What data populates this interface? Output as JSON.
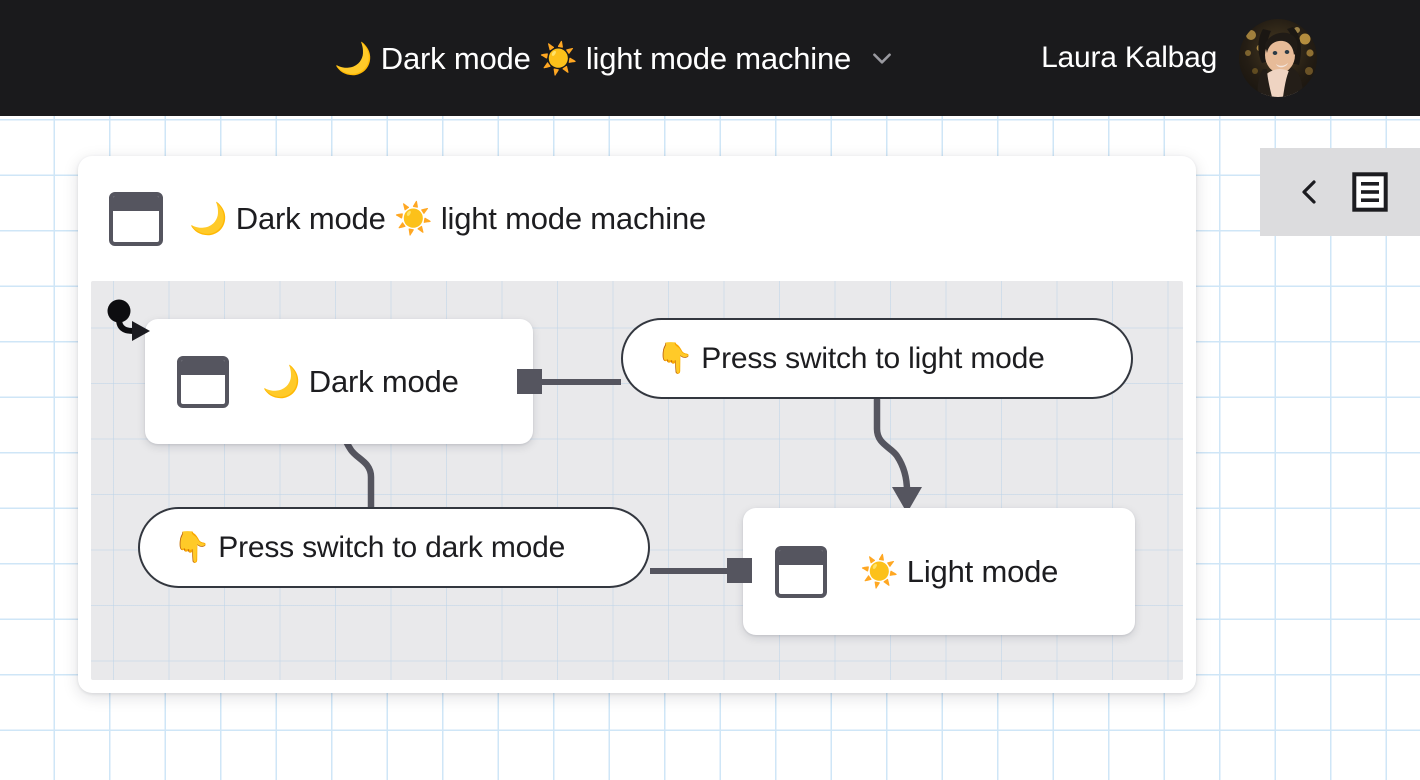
{
  "topbar": {
    "machine_title": "🌙 Dark mode ☀️ light mode machine",
    "dropdown_icon": "chevron-down-icon",
    "user_name": "Laura Kalbag",
    "avatar_alt": "Laura Kalbag avatar"
  },
  "panel_toggle": {
    "collapse_icon": "chevron-left-icon",
    "menu_icon": "hamburger-menu-icon"
  },
  "machine": {
    "title": "🌙 Dark mode ☀️ light mode machine",
    "title_icon": "state-node-icon",
    "states": [
      {
        "id": "dark",
        "label": "🌙 Dark mode",
        "icon": "state-node-icon",
        "initial": true
      },
      {
        "id": "light",
        "label": "☀️ Light mode",
        "icon": "state-node-icon",
        "initial": false
      }
    ],
    "transitions": [
      {
        "id": "to-light",
        "label": "👇 Press switch to light mode",
        "from": "dark",
        "to": "light"
      },
      {
        "id": "to-dark",
        "label": "👇 Press switch to dark mode",
        "from": "light",
        "to": "dark"
      }
    ]
  },
  "colors": {
    "topbar_background": "#1a1a1c",
    "canvas_background": "#ffffff",
    "canvas_grid_line": "#cfe6f7",
    "card_background": "#ffffff",
    "card_body_background": "#e9e9eb",
    "node_background": "#ffffff",
    "edge_stroke": "#55555f",
    "port_fill": "#55555f",
    "pill_border": "#33373f",
    "text_primary": "#1d1d20",
    "text_inverse": "#ffffff",
    "panel_toggle_background": "#dcdcde",
    "accent_gold": "#f5c342"
  }
}
